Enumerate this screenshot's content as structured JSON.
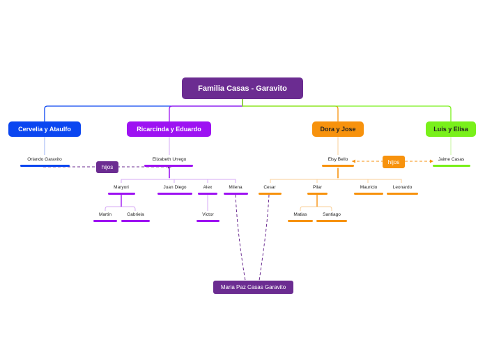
{
  "root": "Familia Casas - Garavito",
  "branches": {
    "cervelia": "Cervelia y Ataulfo",
    "ricarcinda": "Ricarcinda y Eduardo",
    "dora": "Dora y Jose",
    "luis": "Luis y Elisa"
  },
  "people": {
    "orlando": "Orlando Garavito",
    "elizabeth": "Elizabeth Urrego",
    "maryori": "Maryori",
    "juan_diego": "Juan Diego",
    "alex": "Alex",
    "milena": "Milena",
    "martin": "Martin",
    "gabriela": "Gabriela",
    "victor": "Victor",
    "elsy": "Elsy Bello",
    "jaime": "Jaime Casas",
    "cesar": "Cesar",
    "pilar": "Pilar",
    "mauricio": "Mauricio",
    "leonardo": "Leonardo",
    "matias": "Matias",
    "santiago": "Santiago"
  },
  "relation_labels": {
    "hijos_left": "hijos",
    "hijos_right": "hijos"
  },
  "grandchild": "Maria Paz Casas Garavito",
  "colors": {
    "root": "#6b2c91",
    "cervelia": "#0b46f0",
    "ricarcinda": "#9d12f2",
    "dora": "#f7920d",
    "luis": "#79f01a",
    "grandchild": "#6b2c91"
  }
}
